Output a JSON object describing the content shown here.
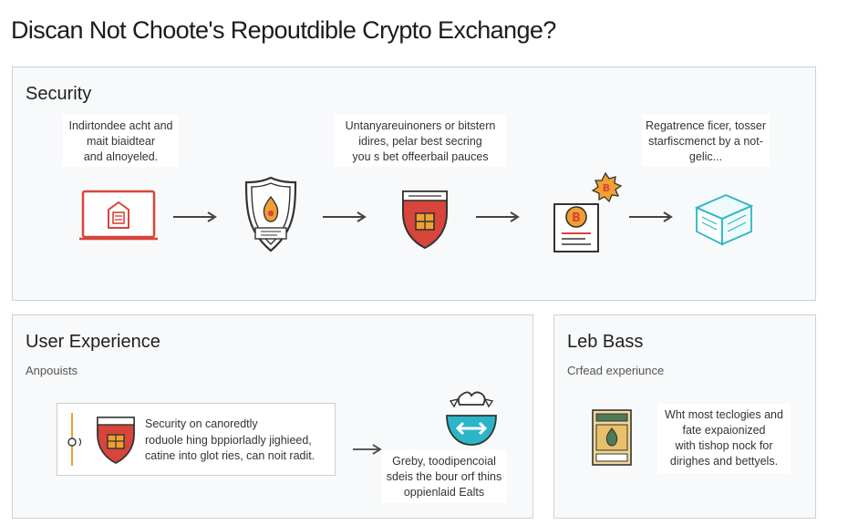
{
  "title": "Discan Not Choote's Repoutdible Crypto Exchange?",
  "security": {
    "title": "Security",
    "notes": [
      [
        "Indirtondee acht and",
        "mait biaidtear",
        "and alnoyeled."
      ],
      [
        "Untanyareuinoners or bitstern",
        "idires, pelar best secring",
        "you s bet offeerbail pauces"
      ],
      [
        "Regatrence ficer, tosser",
        "starfiscmenct by a not-",
        "gelic..."
      ]
    ],
    "icons": [
      "laptop-home-icon",
      "shield-flame-icon",
      "shield-lock-icon",
      "bitcoin-document-icon",
      "cube-icon"
    ]
  },
  "user_experience": {
    "title": "User Experience",
    "subtitle": "Anpouists",
    "card_lines": [
      "Security on canoredtly",
      "roduole hing bppiorladly jighieed,",
      "catine into glot ries, can noit radit."
    ],
    "side_lines": [
      "Greby, toodipencoial",
      "sdeis the bour orf thins",
      "oppienlaid Ealts"
    ]
  },
  "leb_bass": {
    "title": "Leb Bass",
    "subtitle": "Crfead experiunce",
    "lines": [
      "Wht most teclogies and",
      "fate expaionized",
      "with tishop nock for",
      "dirighes and bettyels."
    ]
  },
  "colors": {
    "border": "#c9d3d6",
    "red": "#d8453b",
    "orange": "#f0a030",
    "teal": "#2cb5c6",
    "dark": "#333333"
  }
}
